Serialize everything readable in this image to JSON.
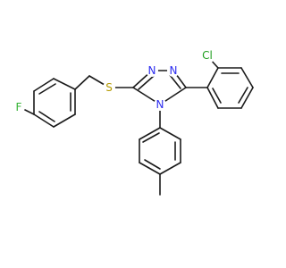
{
  "molecule": {
    "atoms": {
      "n1": "N",
      "n2": "N",
      "n4": "N",
      "s": "S",
      "f": "F",
      "cl": "Cl"
    },
    "colors": {
      "bond": "#1a1a1a",
      "nitrogen": "#2d2df0",
      "sulfur": "#b39900",
      "fluorine": "#33b233",
      "chlorine": "#22a022"
    }
  }
}
